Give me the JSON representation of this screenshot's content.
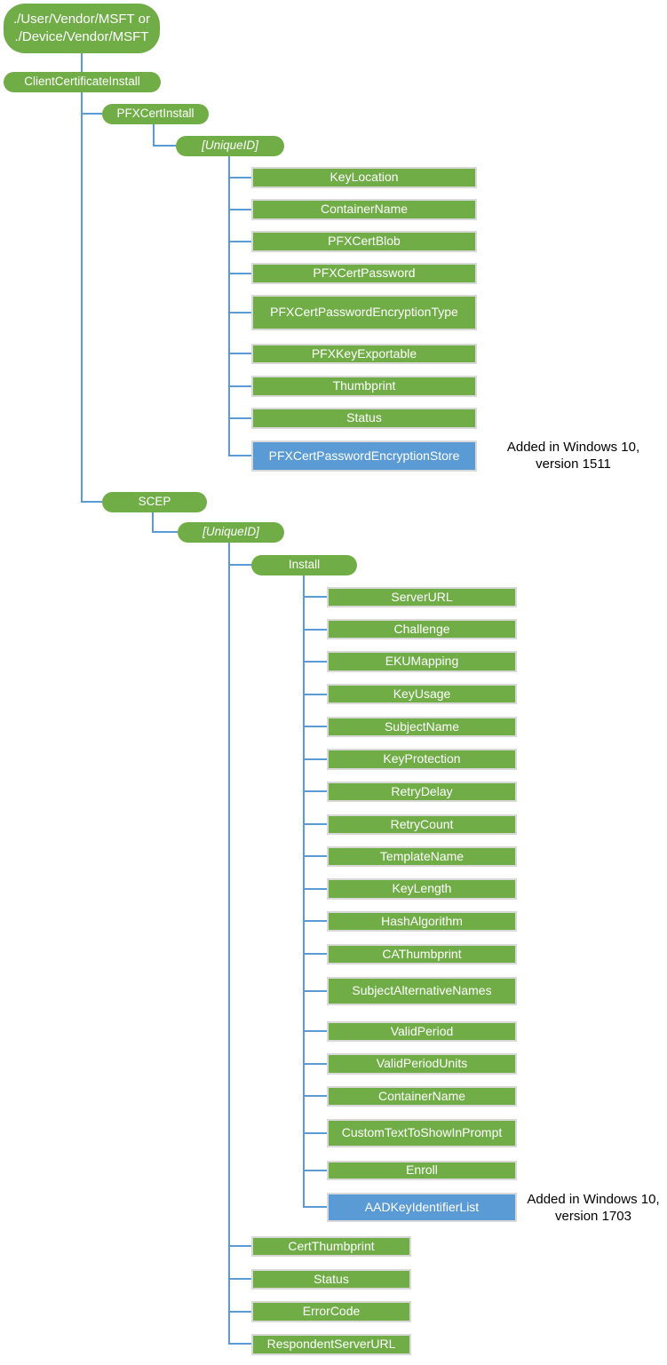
{
  "colors": {
    "node_green": "#70AD47",
    "node_blue": "#5B9BD5",
    "connector_blue": "#5B9BD5",
    "node_text": "#FFFFFF",
    "annotation_text": "#000000",
    "background": "#FFFFFF"
  },
  "tree": {
    "nodes": [
      {
        "id": "root",
        "label": "./User/Vendor/MSFT or\n./Device/Vendor/MSFT"
      },
      {
        "id": "client-certificate-install",
        "label": "ClientCertificateInstall"
      },
      {
        "id": "pfx-cert-install",
        "label": "PFXCertInstall"
      },
      {
        "id": "pfx-unique-id",
        "label": "[UniqueID]"
      },
      {
        "id": "key-location",
        "label": "KeyLocation"
      },
      {
        "id": "pfx-container-name",
        "label": "ContainerName"
      },
      {
        "id": "pfx-cert-blob",
        "label": "PFXCertBlob"
      },
      {
        "id": "pfx-cert-password",
        "label": "PFXCertPassword"
      },
      {
        "id": "pfx-cert-password-encryption-type",
        "label": "PFXCertPasswordEncryptionType"
      },
      {
        "id": "pfx-key-exportable",
        "label": "PFXKeyExportable"
      },
      {
        "id": "thumbprint",
        "label": "Thumbprint"
      },
      {
        "id": "pfx-status",
        "label": "Status"
      },
      {
        "id": "pfx-cert-password-encryption-store",
        "label": "PFXCertPasswordEncryptionStore"
      },
      {
        "id": "scep",
        "label": "SCEP"
      },
      {
        "id": "scep-unique-id",
        "label": "[UniqueID]"
      },
      {
        "id": "install",
        "label": "Install"
      },
      {
        "id": "server-url",
        "label": "ServerURL"
      },
      {
        "id": "challenge",
        "label": "Challenge"
      },
      {
        "id": "eku-mapping",
        "label": "EKUMapping"
      },
      {
        "id": "key-usage",
        "label": "KeyUsage"
      },
      {
        "id": "subject-name",
        "label": "SubjectName"
      },
      {
        "id": "key-protection",
        "label": "KeyProtection"
      },
      {
        "id": "retry-delay",
        "label": "RetryDelay"
      },
      {
        "id": "retry-count",
        "label": "RetryCount"
      },
      {
        "id": "template-name",
        "label": "TemplateName"
      },
      {
        "id": "key-length",
        "label": "KeyLength"
      },
      {
        "id": "hash-algorithm",
        "label": "HashAlgorithm"
      },
      {
        "id": "ca-thumbprint",
        "label": "CAThumbprint"
      },
      {
        "id": "subject-alternative-names",
        "label": "SubjectAlternativeNames"
      },
      {
        "id": "valid-period",
        "label": "ValidPeriod"
      },
      {
        "id": "valid-period-units",
        "label": "ValidPeriodUnits"
      },
      {
        "id": "scep-container-name",
        "label": "ContainerName"
      },
      {
        "id": "custom-text-to-show-in-prompt",
        "label": "CustomTextToShowInPrompt"
      },
      {
        "id": "enroll",
        "label": "Enroll"
      },
      {
        "id": "aad-key-identifier-list",
        "label": "AADKeyIdentifierList"
      },
      {
        "id": "cert-thumbprint",
        "label": "CertThumbprint"
      },
      {
        "id": "scep-status",
        "label": "Status"
      },
      {
        "id": "error-code",
        "label": "ErrorCode"
      },
      {
        "id": "respondent-server-url",
        "label": "RespondentServerURL"
      }
    ]
  },
  "annotations": [
    {
      "id": "note-1511",
      "label": "Added in Windows 10,\nversion 1511"
    },
    {
      "id": "note-1703",
      "label": "Added in Windows 10,\nversion 1703"
    }
  ]
}
